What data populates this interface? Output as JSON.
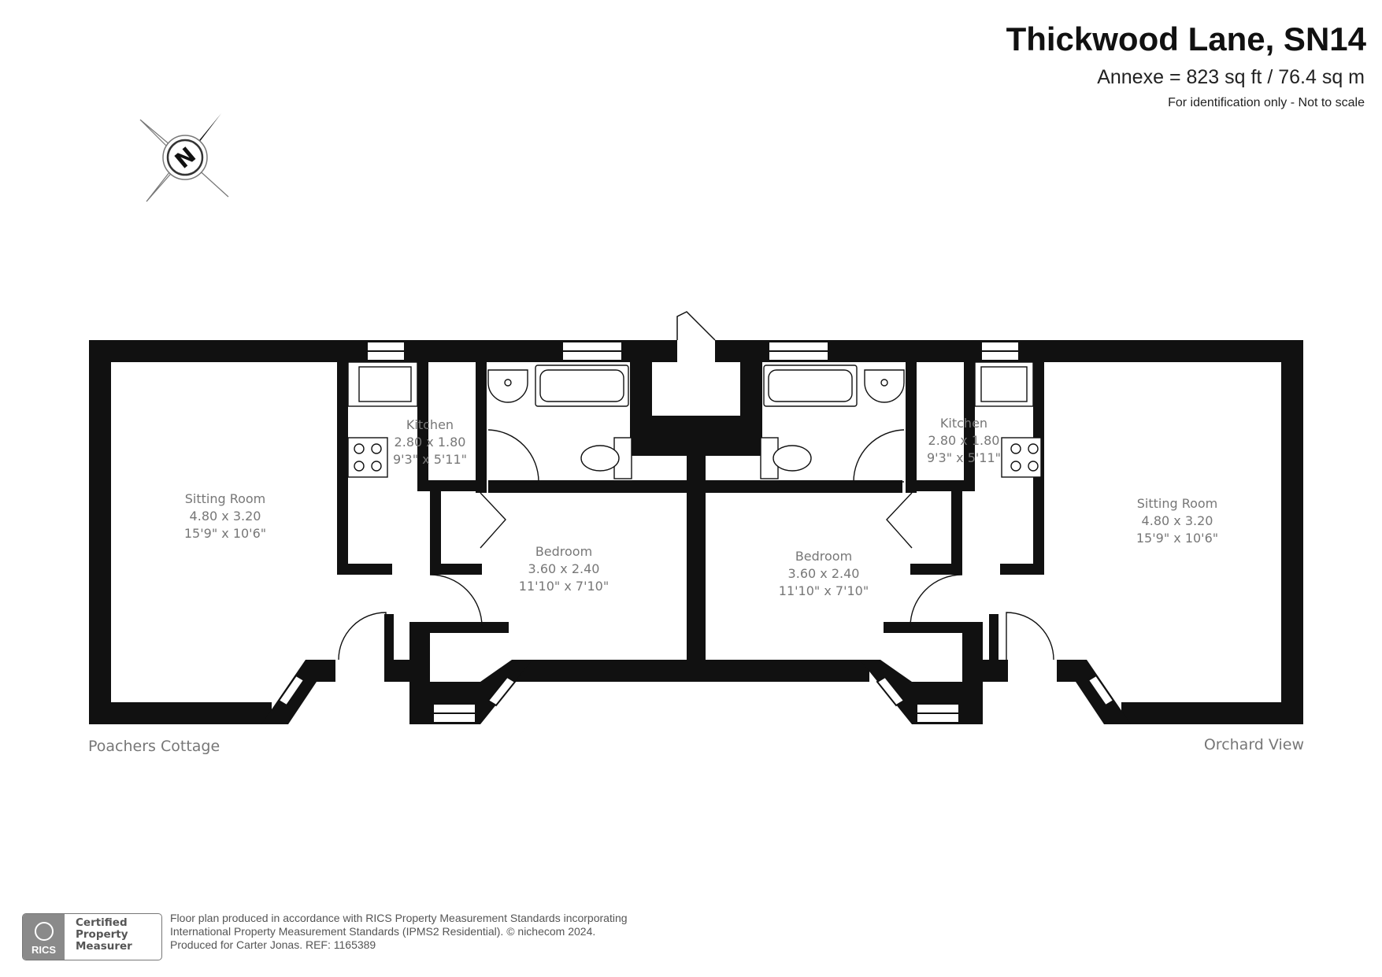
{
  "header": {
    "title": "Thickwood Lane, SN14",
    "area": "Annexe = 823 sq ft / 76.4 sq m",
    "note": "For identification only - Not to scale"
  },
  "compass": {
    "letter": "N"
  },
  "rooms": {
    "sitting_left": {
      "name": "Sitting Room",
      "metric": "4.80 x 3.20",
      "imperial": "15'9\" x 10'6\""
    },
    "kitchen_left": {
      "name": "Kitchen",
      "metric": "2.80 x 1.80",
      "imperial": "9'3\" x 5'11\""
    },
    "bedroom_left": {
      "name": "Bedroom",
      "metric": "3.60 x 2.40",
      "imperial": "11'10\" x 7'10\""
    },
    "bedroom_right": {
      "name": "Bedroom",
      "metric": "3.60 x 2.40",
      "imperial": "11'10\" x 7'10\""
    },
    "kitchen_right": {
      "name": "Kitchen",
      "metric": "2.80 x 1.80",
      "imperial": "9'3\" x 5'11\""
    },
    "sitting_right": {
      "name": "Sitting Room",
      "metric": "4.80 x 3.20",
      "imperial": "15'9\" x 10'6\""
    }
  },
  "neighbours": {
    "left": "Poachers Cottage",
    "right": "Orchard View"
  },
  "rics": {
    "logo": "RICS",
    "line1": "Certified",
    "line2": "Property",
    "line3": "Measurer"
  },
  "footer": {
    "line1": "Floor plan produced in accordance with RICS Property Measurement Standards incorporating",
    "line2": "International Property Measurement Standards (IPMS2 Residential).   © nichecom 2024.",
    "line3": "Produced for Carter Jonas.   REF:  1165389"
  }
}
